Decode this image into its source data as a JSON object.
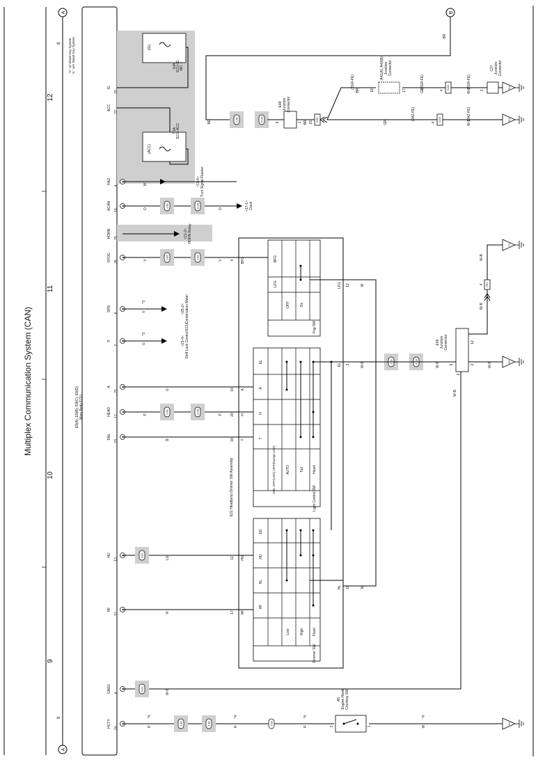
{
  "page": {
    "title": "Multiplex Communication System (CAN)",
    "grid_numbers": [
      "8",
      "9",
      "10",
      "11",
      "12",
      "8"
    ],
    "connector_a": "A",
    "connector_b": "B"
  },
  "notes": [
    "*3 : w/ Smart Key System",
    "*4 : w/o Smart Key System"
  ],
  "ecu": {
    "label_line1": "E8(A), E9(B), E8(C), E8(D)",
    "label_line2": "Main Body ECU",
    "fuses": [
      {
        "tag": "(IG)",
        "l1": "10A",
        "l2": "ECU-IG",
        "l3": "NO. 1"
      },
      {
        "tag": "(ACC)",
        "l1": "7.5A",
        "l2": "ECU-ACC",
        "l3": ""
      }
    ],
    "pins": [
      {
        "name": "IG",
        "pin": "15"
      },
      {
        "name": "ACC",
        "pin": "22"
      },
      {
        "name": "HAZ",
        "pin": "4",
        "conn": "D"
      },
      {
        "name": "ACAN",
        "pin": "16",
        "conn": "A"
      },
      {
        "name": "HORN",
        "pin": "25"
      },
      {
        "name": "FFOG",
        "pin": "26",
        "conn": "A"
      },
      {
        "name": "SPD",
        "pin": "8",
        "conn": "D"
      },
      {
        "name": "P",
        "pin": "2",
        "conn": "D"
      },
      {
        "name": "A",
        "pin": "21",
        "conn": "D"
      },
      {
        "name": "HEAD",
        "pin": "17",
        "conn": "A"
      },
      {
        "name": "TAIL",
        "pin": "23",
        "conn": "D"
      },
      {
        "name": "HU",
        "pin": "13",
        "conn": "B"
      },
      {
        "name": "HF",
        "pin": "12",
        "conn": "D"
      },
      {
        "name": "GND2",
        "pin": "4",
        "conn": "B"
      },
      {
        "name": "HCTY",
        "pin": "16",
        "conn": "D"
      }
    ]
  },
  "wires": {
    "haz": {
      "color": "W",
      "target": "Turn Signal Flasher",
      "ref": "<11-4>"
    },
    "acan": {
      "color": "O",
      "inline": "2 A2",
      "inline2": "12 A3",
      "target": "Clock",
      "ref": "<17-1>"
    },
    "horn": {
      "target": "HORN Relay",
      "ref": "<21-2>"
    },
    "ffog": {
      "color": "V",
      "inline": "5 A2",
      "inline2": "6 A3"
    },
    "spd": {
      "color": "V",
      "note": "*3",
      "target": "Combination Meter",
      "ref": "<25-2>"
    },
    "p": {
      "color": "G",
      "note": "*3",
      "target": "Shift Lock Control ECU",
      "ref": "<21-4>"
    },
    "a": {
      "color": "G"
    },
    "head": {
      "color": "P",
      "inline": "9 A2",
      "inline2": "12 A3"
    },
    "tail": {
      "color": "B"
    },
    "hu": {
      "color": "LG",
      "inline": "4 B1"
    },
    "hf": {
      "color": "R"
    },
    "gnd2": {
      "color": "W-B",
      "inline": "9 B1"
    },
    "hcty": {
      "color": "R",
      "note": "*4",
      "inline": "4 A2",
      "inline2": "4 A3",
      "inline3": "2 E8"
    }
  },
  "top": {
    "wire_br": "BR",
    "wire_gr": "GR",
    "wire_wb": "W-B",
    "e48": {
      "id": "E48",
      "l1": "Junction",
      "l2": "Connector",
      "pins": [
        "6",
        "1"
      ]
    },
    "ea1": "EA1",
    "ea1_pin": "15",
    "ea4": {
      "id": "A41(A), A42(B)",
      "l1": "Junction",
      "l2": "Connector",
      "pins": [
        "18",
        "17"
      ]
    },
    "c27": {
      "id": "C27",
      "l1": "Junction",
      "l2": "Connector",
      "pin": "3"
    },
    "zgr": "(2GR-FE)",
    "zaz": "(2AZ-FE)",
    "ca": "CA3",
    "ca_pin": "4",
    "e3": "E3",
    "e4": "E4",
    "inline_top1": "5 A2",
    "inline_top2": "10 A3"
  },
  "light_sw": {
    "title": "E21 Headlamp Dimmer SW Assembly",
    "panel_title": "Light Control SW",
    "columns": [
      "T",
      "H",
      "A",
      "EL"
    ],
    "rows": [
      "DRL-OFF(USA) OFF(Except USA)",
      "AUTO",
      "Tail",
      "Head"
    ],
    "pins": {
      "T": "18",
      "H": "20",
      "A": "19"
    }
  },
  "fog_sw": {
    "panel_title": "Fog SW",
    "columns": [
      "BFG",
      "LFG"
    ],
    "rows": [
      "OFF",
      "On"
    ],
    "pin_bfg": "4",
    "pin_lfg": "12",
    "wire_lfg": "W"
  },
  "dimmer_sw": {
    "panel_title": "Dimmer SW",
    "columns": [
      "HF",
      "HU",
      "HL",
      "ED"
    ],
    "rows": [
      "Low",
      "High",
      "Flash"
    ],
    "pins": {
      "HF": "17",
      "HU": "11",
      "HL": "16"
    },
    "wire_hl": "W"
  },
  "e49": {
    "id": "E49",
    "l1": "Junction",
    "l2": "Connector",
    "pins": [
      "12",
      "9",
      "2",
      "6"
    ],
    "wire": "W-B",
    "inline": "3 B2",
    "inline2": "3 B3",
    "el_pin": "2",
    "el_wire": "EL"
  },
  "grounds": [
    "F1",
    "E2",
    "A2",
    "E3",
    "E4"
  ],
  "a5": {
    "id": "A5",
    "l1": "Engine Hood",
    "l2": "Courtesy SW",
    "pins": [
      "2",
      "1"
    ],
    "wire": "W",
    "note": "*4"
  },
  "j_fe2": "FE2",
  "j_fe2_pin": "4"
}
